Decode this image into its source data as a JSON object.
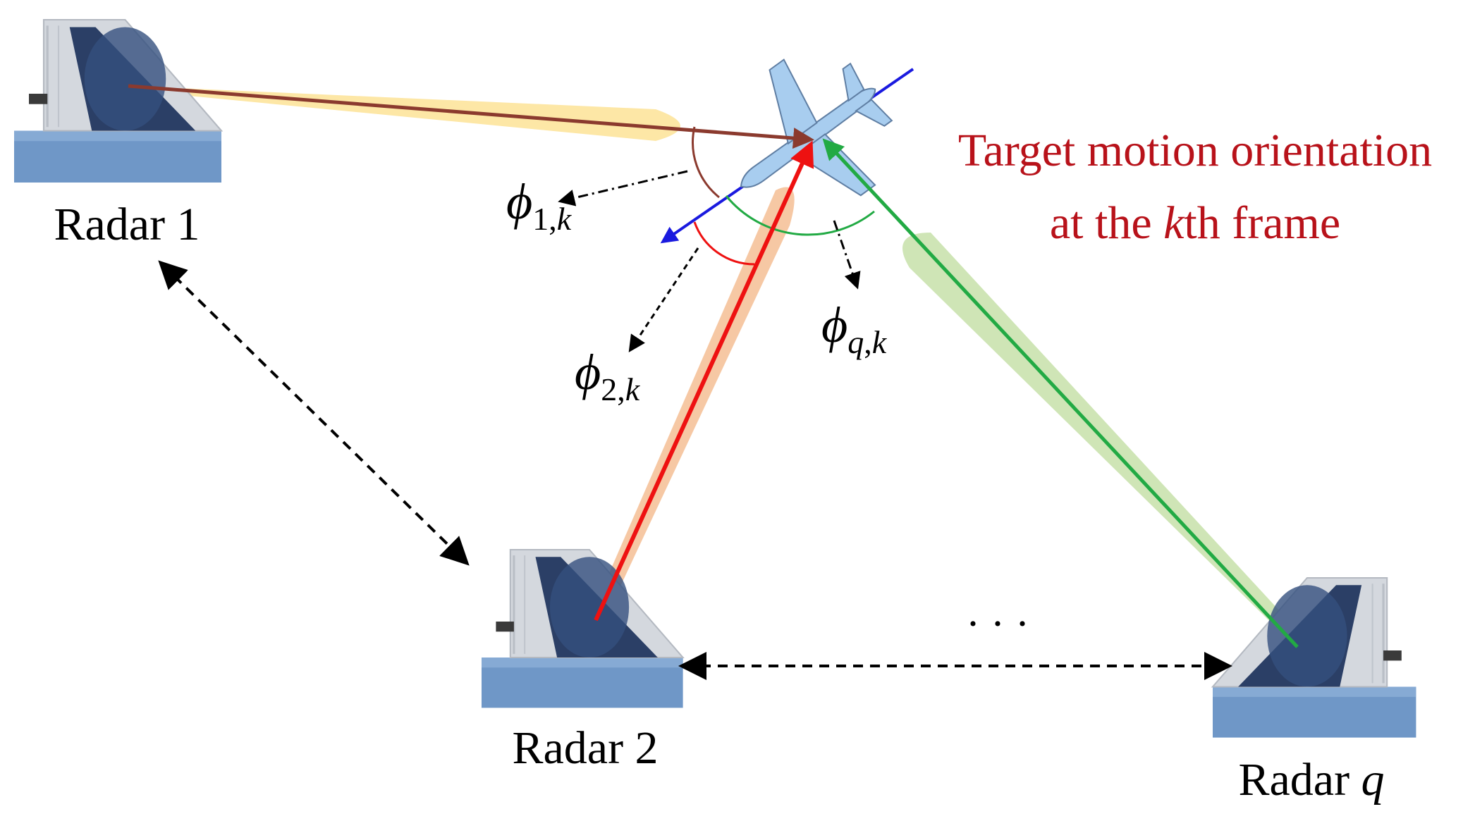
{
  "colors": {
    "radar1_beam": "#fde7a6",
    "radar1_line": "#8b3a2e",
    "radar2_beam": "#f6c8a4",
    "radar2_line": "#ee1111",
    "radarq_beam": "#cfe5b6",
    "radarq_line": "#22aa44",
    "motion_line": "#1a1adf",
    "title_text": "#b8121a",
    "radar_body": "#2b3f66",
    "radar_casing": "#d4d8de",
    "radar_base": "#6f97c7",
    "aircraft": "#a8cdef"
  },
  "radars": {
    "radar1": {
      "label": "Radar 1"
    },
    "radar2": {
      "label": "Radar 2"
    },
    "radarq": {
      "label_prefix": "Radar ",
      "label_index": "q"
    }
  },
  "title": {
    "line1": "Target motion orientation",
    "line2_prefix": "at the ",
    "line2_index": "k",
    "line2_suffix": "th frame"
  },
  "angles": {
    "phi1": {
      "symbol": "ϕ",
      "subscript": "1,",
      "subscript_index": "k"
    },
    "phi2": {
      "symbol": "ϕ",
      "subscript": "2,",
      "subscript_index": "k"
    },
    "phiq": {
      "symbol": "ϕ",
      "subscript_index_a": "q",
      "subscript_sep": ",",
      "subscript_index_b": "k"
    }
  },
  "ellipsis": "· · ·",
  "icons": [
    "radar-icon",
    "aircraft-icon",
    "double-headed-dashed-arrow",
    "dash-dot-arrow"
  ]
}
